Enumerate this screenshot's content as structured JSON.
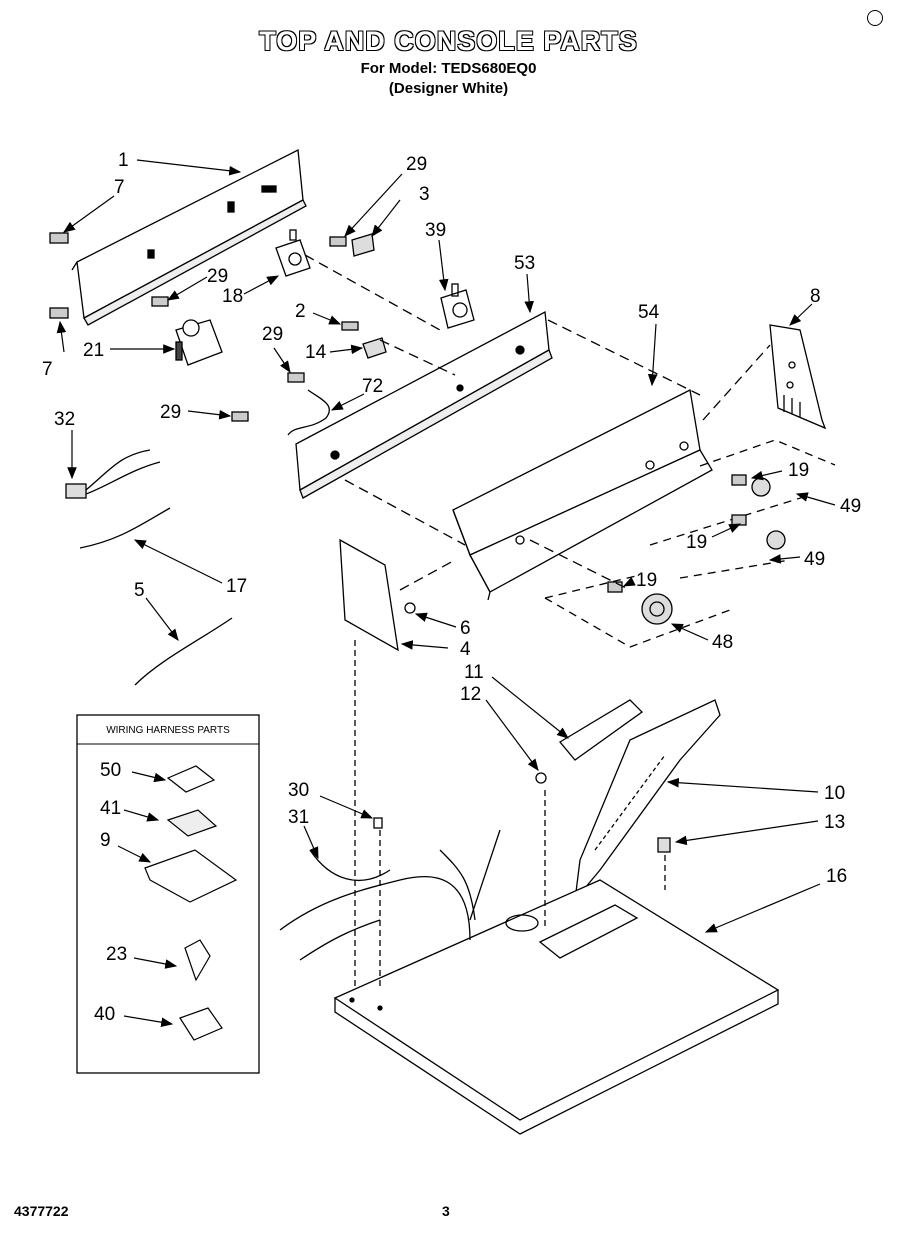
{
  "header": {
    "title": "TOP AND CONSOLE PARTS",
    "model_line": "For Model: TEDS680EQ0",
    "color_line": "(Designer White)"
  },
  "inset_box": {
    "title": "WIRING HARNESS PARTS",
    "callouts": [
      "50",
      "41",
      "9",
      "23",
      "40"
    ]
  },
  "callouts": [
    "1",
    "7",
    "29",
    "3",
    "39",
    "53",
    "8",
    "54",
    "18",
    "29",
    "7",
    "21",
    "2",
    "14",
    "29",
    "72",
    "32",
    "29",
    "19",
    "49",
    "19",
    "49",
    "19",
    "17",
    "5",
    "6",
    "4",
    "48",
    "11",
    "12",
    "30",
    "31",
    "10",
    "13",
    "16"
  ],
  "footer": {
    "doc_number": "4377722",
    "page_number": "3"
  }
}
